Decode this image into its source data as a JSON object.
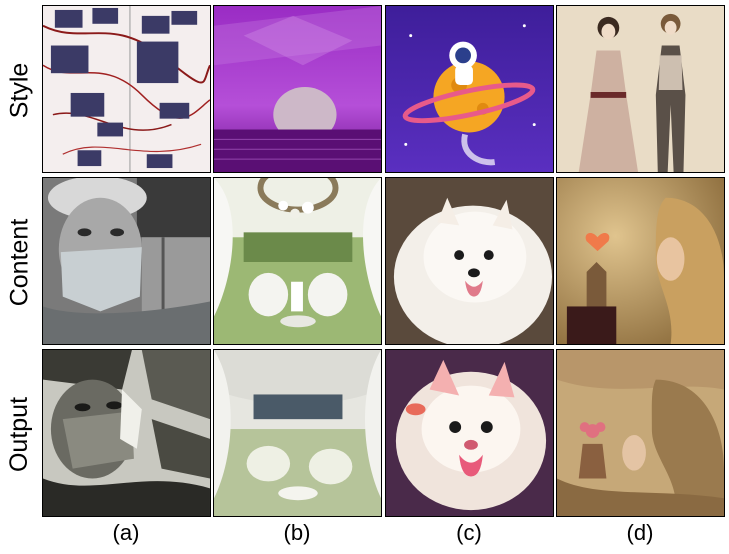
{
  "rows": [
    "Style",
    "Content",
    "Output"
  ],
  "columns": [
    "(a)",
    "(b)",
    "(c)",
    "(d)"
  ]
}
